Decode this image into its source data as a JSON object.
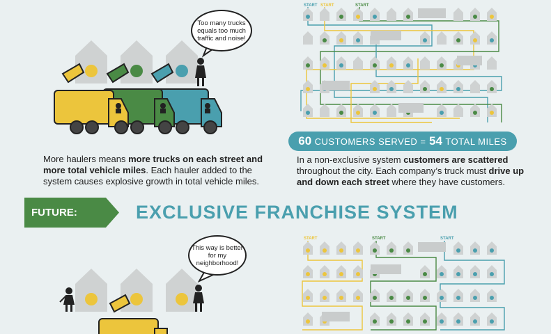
{
  "top": {
    "bubble": "Too many trucks equals too much traffic and noise!",
    "description": {
      "t1": "More haulers means ",
      "b1": "more trucks on each street and more total vehicle miles",
      "t2": ". Each hauler added to the system causes explosive growth in total vehicle miles."
    },
    "stats": {
      "customers": "60",
      "customers_label": "CUSTOMERS SERVED =",
      "miles": "54",
      "miles_label": "TOTAL MILES"
    },
    "right_description": {
      "t1": "In a non-exclusive system ",
      "b1": "customers are scattered",
      "t2": " throughout the city. Each company’s truck must ",
      "b2": "drive up and down each street",
      "t3": " where they have customers."
    },
    "start_label": "START"
  },
  "future": {
    "tag": "FUTURE:",
    "title": "EXCLUSIVE FRANCHISE SYSTEM",
    "bubble": "This way is better for my neighborhood!",
    "start_label": "START"
  },
  "colors": {
    "yellow": "#ecc53c",
    "green": "#4a8a45",
    "teal": "#4a9fae",
    "house": "#cfd2d2"
  }
}
